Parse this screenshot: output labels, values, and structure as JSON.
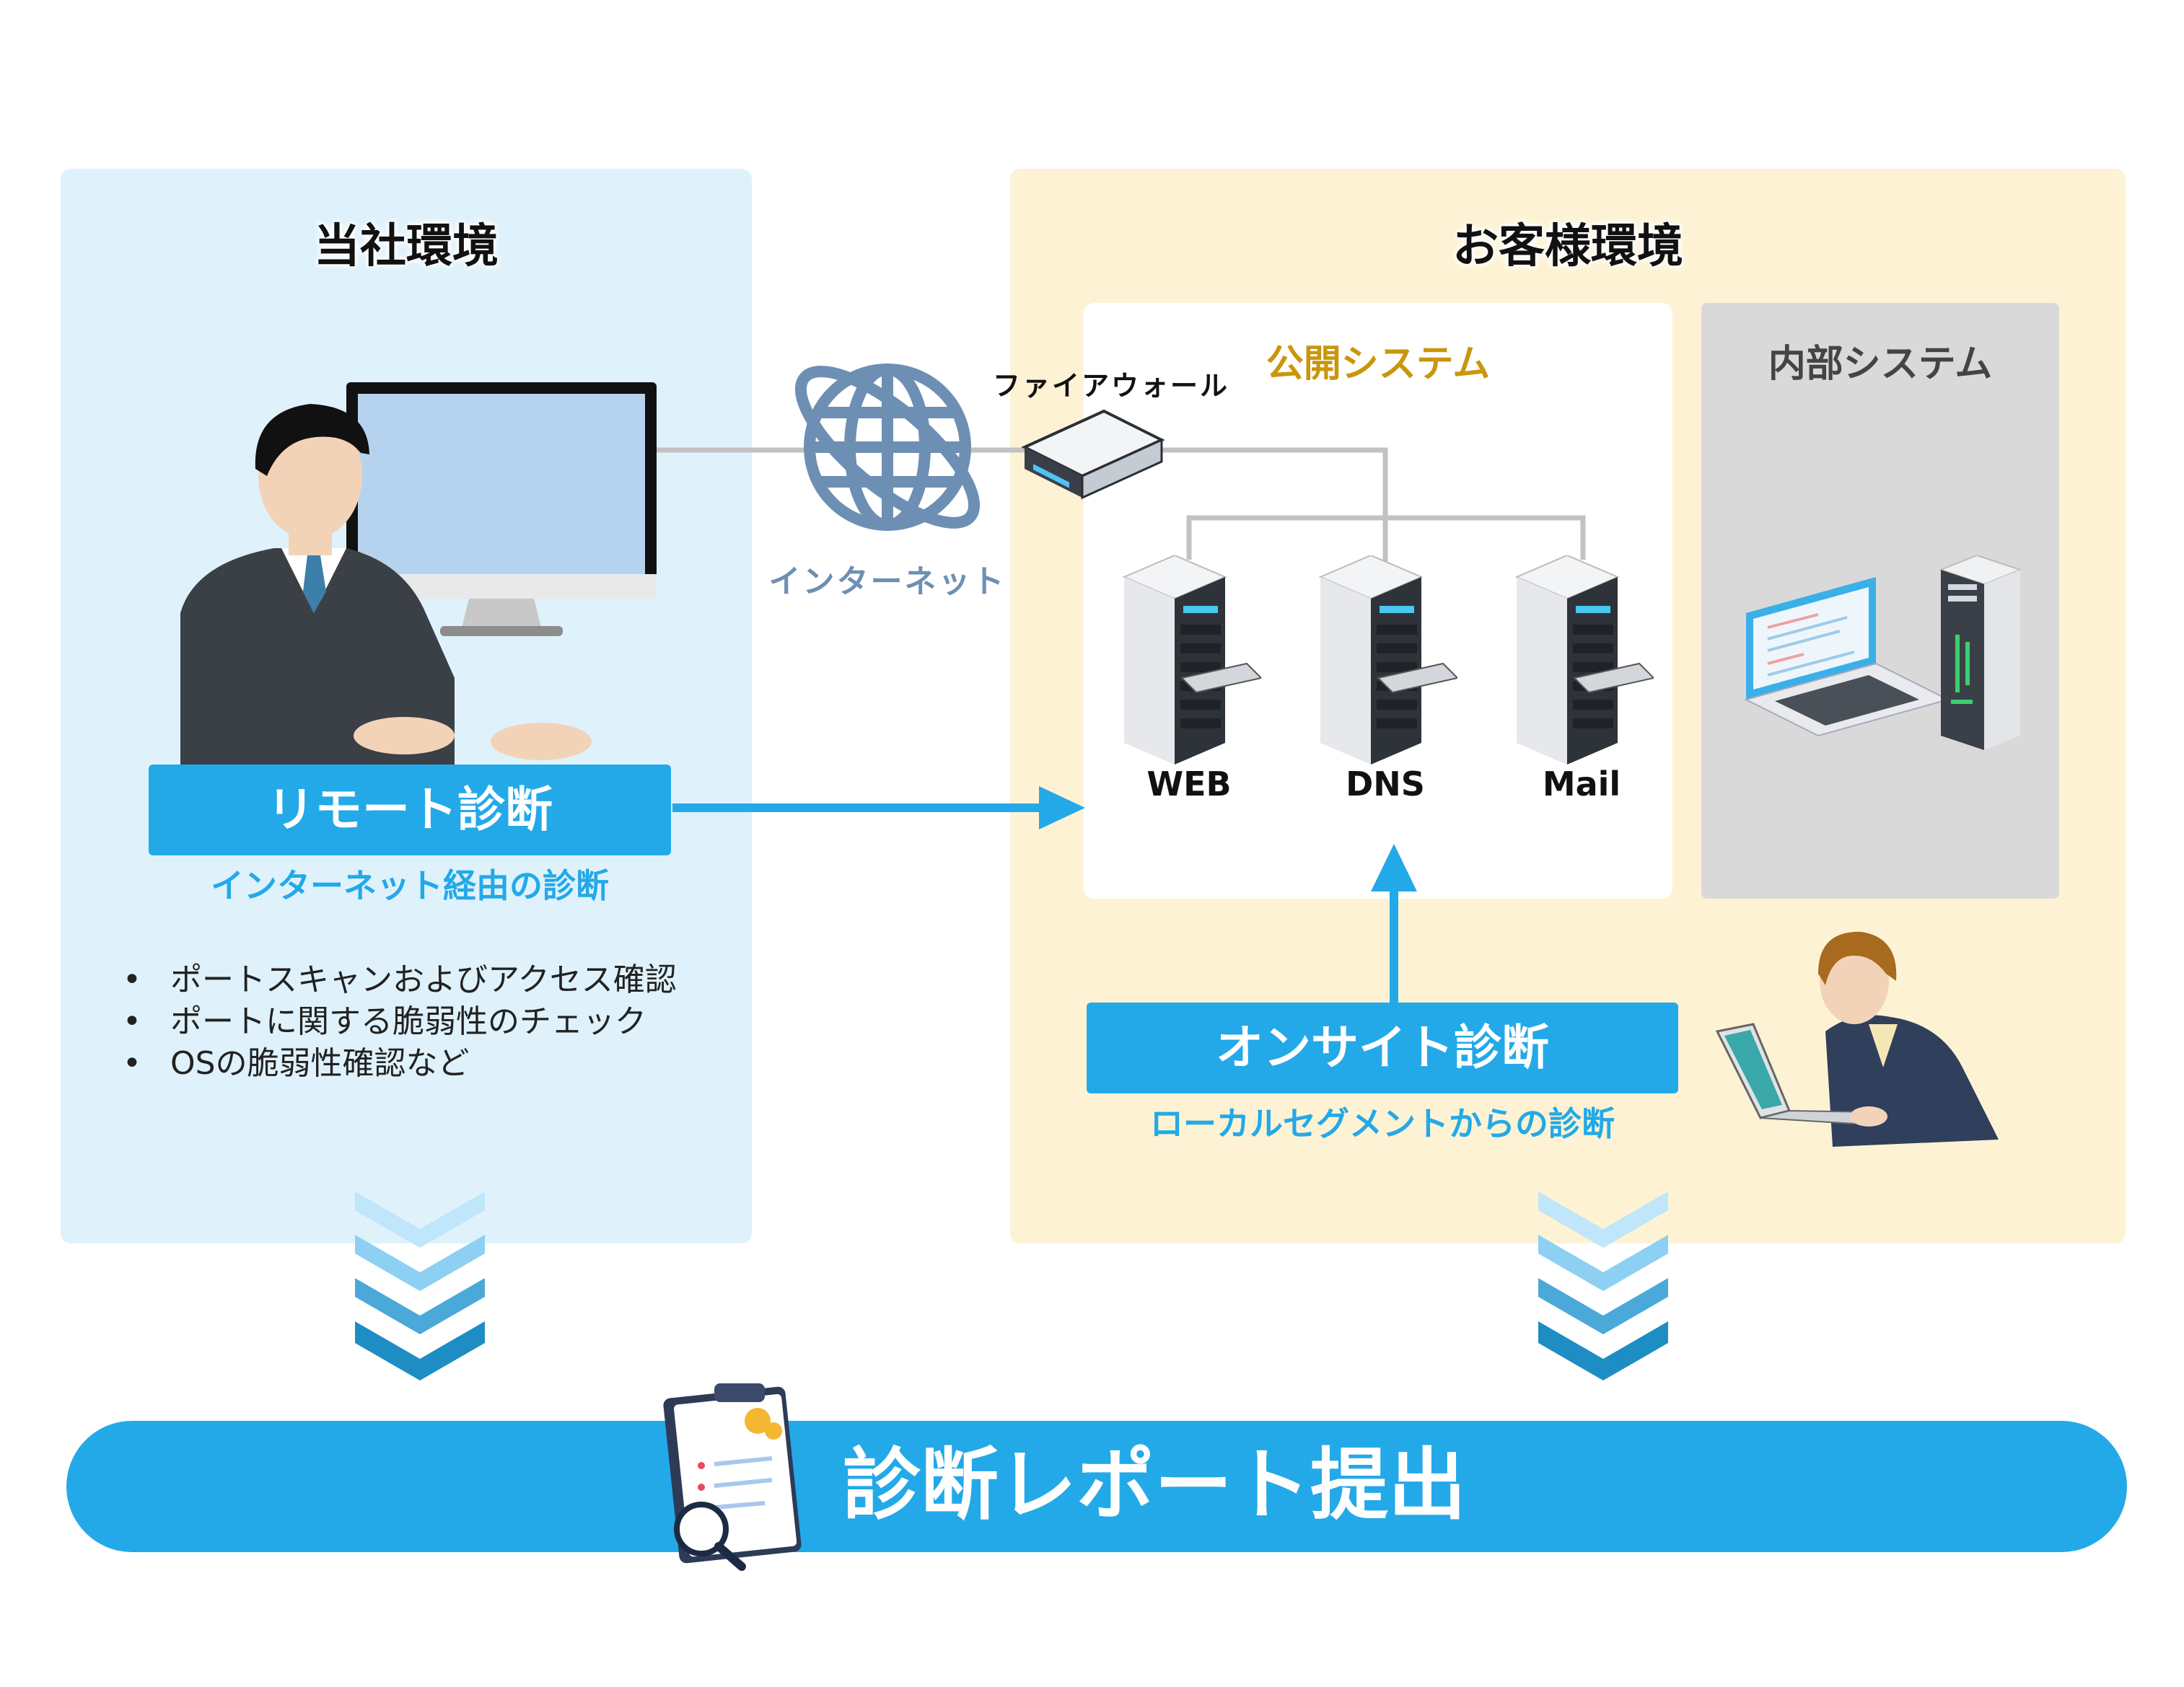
{
  "own_environment": {
    "title": "当社環境",
    "remote": {
      "label": "リモート診断",
      "caption": "インターネット経由の診断"
    },
    "bullets": [
      "ポートスキャンおよびアクセス確認",
      "ポートに関する脆弱性のチェック",
      "OSの脆弱性確認など"
    ]
  },
  "network": {
    "internet_label": "インターネット",
    "firewall_label": "ファイアウォール"
  },
  "customer_environment": {
    "title": "お客様環境",
    "public_system": {
      "title": "公開システム",
      "servers": [
        "WEB",
        "DNS",
        "Mail"
      ]
    },
    "internal_system": {
      "title": "内部システム"
    },
    "onsite": {
      "label": "オンサイト診断",
      "caption": "ローカルセグメントからの診断"
    }
  },
  "report": {
    "label": "診断レポート提出"
  },
  "colors": {
    "accent": "#23a9e8",
    "own_bg": "#dff2fb",
    "customer_bg": "#fdf3d4",
    "internal_bg": "#d9d9d9",
    "public_title": "#c9960c",
    "internet": "#6d8fb3"
  },
  "icons": [
    "person-at-desktop-icon",
    "globe-icon",
    "firewall-icon",
    "server-rack-icon",
    "laptop-server-icon",
    "person-with-laptop-icon",
    "chevron-down-icon",
    "report-document-icon"
  ]
}
